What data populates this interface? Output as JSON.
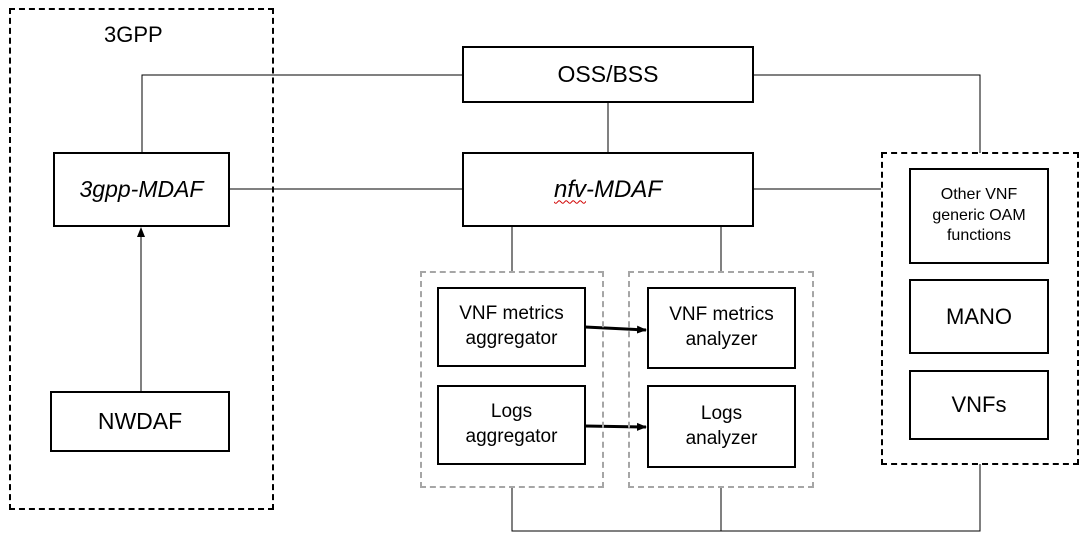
{
  "groups": {
    "threegpp": {
      "title": "3GPP"
    }
  },
  "boxes": {
    "oss_bss": "OSS/BSS",
    "threegpp_mdaf": "3gpp-MDAF",
    "nfv_mdaf_prefix": "nfv",
    "nfv_mdaf_suffix": "-MDAF",
    "nwdaf": "NWDAF",
    "vnf_metrics_aggregator": {
      "line1": "VNF metrics",
      "line2": "aggregator"
    },
    "logs_aggregator": {
      "line1": "Logs",
      "line2": "aggregator"
    },
    "vnf_metrics_analyzer": {
      "line1": "VNF metrics",
      "line2": "analyzer"
    },
    "logs_analyzer": {
      "line1": "Logs",
      "line2": "analyzer"
    },
    "other_vnf": {
      "line1": "Other VNF",
      "line2": "generic OAM",
      "line3": "functions"
    },
    "mano": "MANO",
    "vnfs": "VNFs"
  }
}
